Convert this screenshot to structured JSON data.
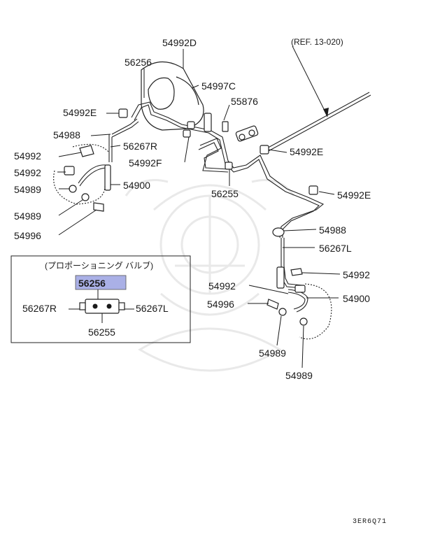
{
  "labels": {
    "p54992D": "54992D",
    "p56256_top": "56256",
    "p54997C": "54997C",
    "p55876": "55876",
    "p54992E_a": "54992E",
    "p54988_a": "54988",
    "p56267R_a": "56267R",
    "p54992_a": "54992",
    "p54992F": "54992F",
    "p54992_b": "54992",
    "p54989_a": "54989",
    "p54900_a": "54900",
    "p54989_b": "54989",
    "p54996_a": "54996",
    "p56255_a": "56255",
    "p54992E_b": "54992E",
    "p54992E_c": "54992E",
    "p54988_b": "54988",
    "p56267L_a": "56267L",
    "p54992_c": "54992",
    "p54992_d": "54992",
    "p54996_b": "54996",
    "p54900_b": "54900",
    "p54989_c": "54989",
    "p54989_d": "54989"
  },
  "reference": "(REF. 13-020)",
  "inset": {
    "title": "(プロポーショニング  バルブ)",
    "highlighted_part": "56256",
    "left_label": "56267R",
    "right_label": "56267L",
    "bottom_label": "56255",
    "highlight_color": "#aab0e6"
  },
  "footer_code": "3ER6Q71"
}
